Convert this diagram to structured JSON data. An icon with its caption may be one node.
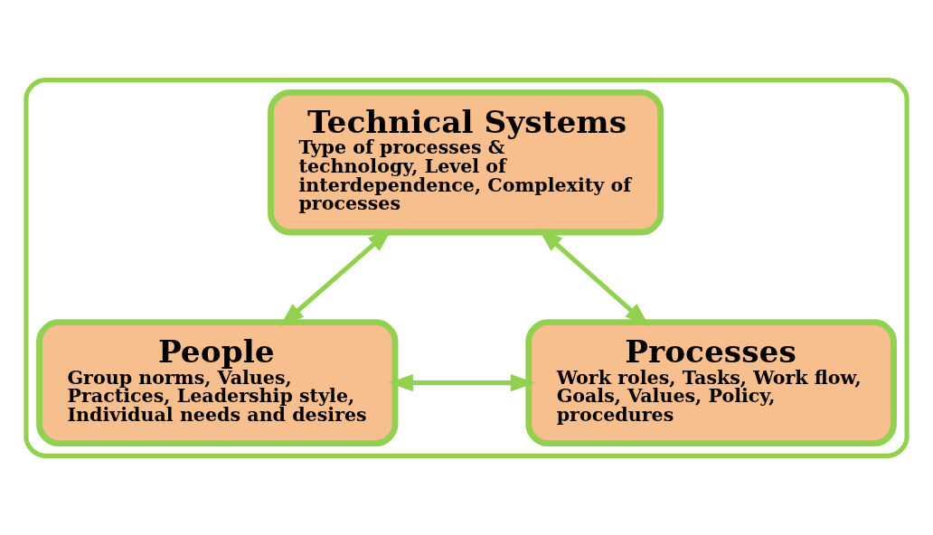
{
  "diagram": {
    "nodes": [
      {
        "text": [],
        "shape": "ellipse"
      },
      {
        "text": [
          "Technical Systems",
          "Type of processes & technology, Level of interdependence, Complexity of processes"
        ],
        "in": 0
      },
      {
        "text": [
          "People",
          "Group norms, Values, Practices, Leadership style, Individual needs and desires"
        ],
        "in": 0
      },
      {
        "text": [
          "Processes",
          "Work roles, Tasks, Work flow, Goals, Values, Policy, procedures"
        ],
        "in": 0
      }
    ],
    "edges": [
      {
        "from": 1,
        "to": 2,
        "arrow": "both"
      },
      {
        "from": 1,
        "to": 3,
        "arrow": "both"
      },
      {
        "from": 2,
        "to": 3,
        "arrow": "both"
      }
    ]
  }
}
